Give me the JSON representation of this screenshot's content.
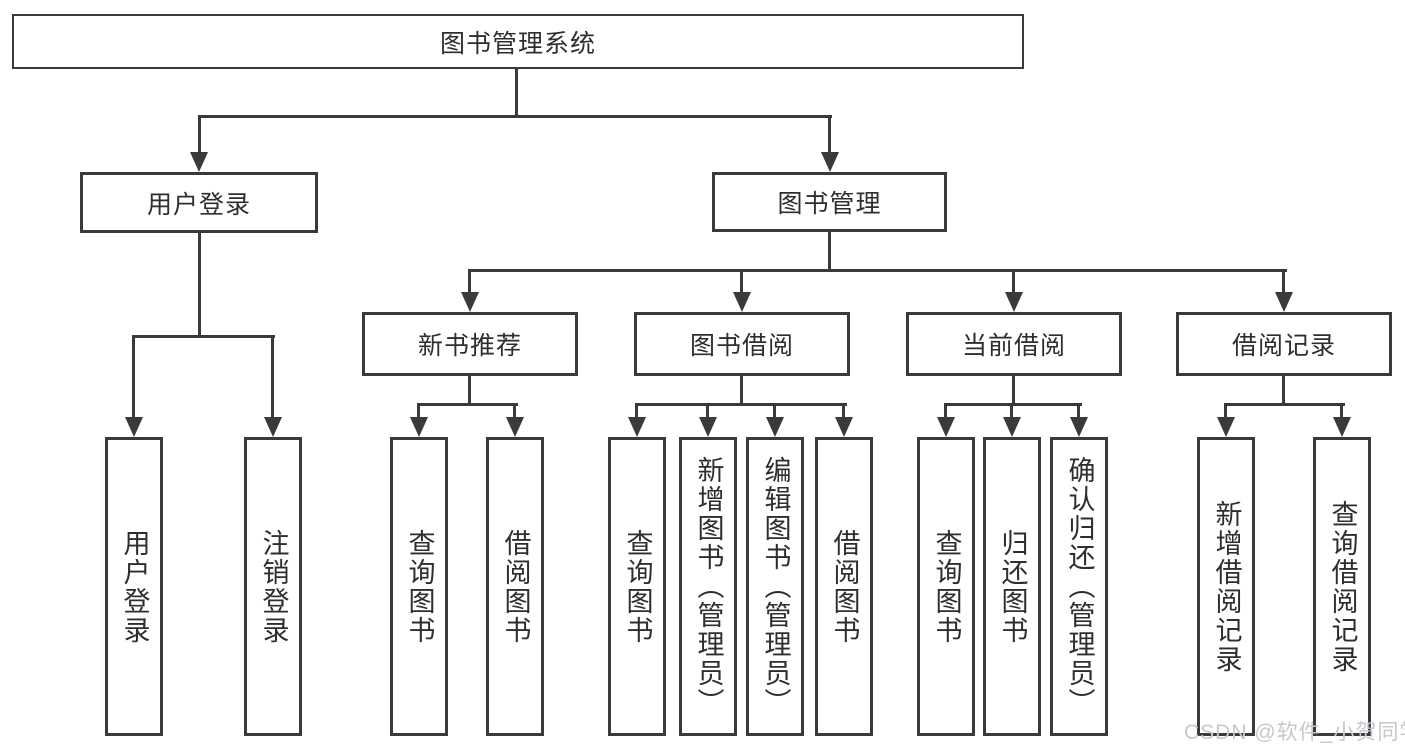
{
  "tree": {
    "root": {
      "label": "图书管理系统"
    },
    "level2": [
      {
        "label": "用户登录"
      },
      {
        "label": "图书管理"
      }
    ],
    "level3": [
      {
        "label": "新书推荐"
      },
      {
        "label": "图书借阅"
      },
      {
        "label": "当前借阅"
      },
      {
        "label": "借阅记录"
      }
    ],
    "leaves": {
      "user_login": [
        {
          "label": "用户登录"
        },
        {
          "label": "注销登录"
        }
      ],
      "new_book_recommend": [
        {
          "label": "查询图书"
        },
        {
          "label": "借阅图书"
        }
      ],
      "book_borrow": [
        {
          "label": "查询图书"
        },
        {
          "label": "新增图书（管理员）"
        },
        {
          "label": "编辑图书（管理员）"
        },
        {
          "label": "借阅图书"
        }
      ],
      "current_borrow": [
        {
          "label": "查询图书"
        },
        {
          "label": "归还图书"
        },
        {
          "label": "确认归还（管理员）"
        }
      ],
      "borrow_records": [
        {
          "label": "新增借阅记录"
        },
        {
          "label": "查询借阅记录"
        }
      ]
    }
  },
  "watermark": {
    "text": "CSDN @软件_小贺同学"
  },
  "colors": {
    "line": "#3a3a3a",
    "text": "#2e2e2e",
    "watermark": "#c5c8cd",
    "background": "#ffffff"
  }
}
